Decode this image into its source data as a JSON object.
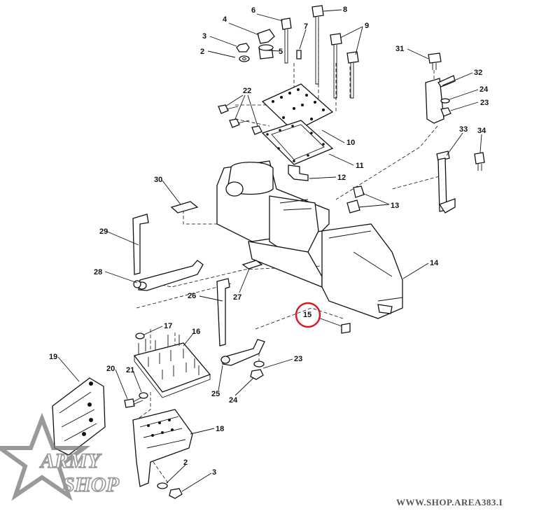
{
  "labels": [
    {
      "id": "l2a",
      "text": "2"
    },
    {
      "id": "l3a",
      "text": "3"
    },
    {
      "id": "l4",
      "text": "4"
    },
    {
      "id": "l5",
      "text": "5"
    },
    {
      "id": "l6",
      "text": "6"
    },
    {
      "id": "l7",
      "text": "7"
    },
    {
      "id": "l8",
      "text": "8"
    },
    {
      "id": "l9",
      "text": "9"
    },
    {
      "id": "l10",
      "text": "10"
    },
    {
      "id": "l11",
      "text": "11"
    },
    {
      "id": "l12",
      "text": "12"
    },
    {
      "id": "l13",
      "text": "13"
    },
    {
      "id": "l14",
      "text": "14"
    },
    {
      "id": "l15",
      "text": "15"
    },
    {
      "id": "l16",
      "text": "16"
    },
    {
      "id": "l17",
      "text": "17"
    },
    {
      "id": "l18",
      "text": "18"
    },
    {
      "id": "l19",
      "text": "19"
    },
    {
      "id": "l20",
      "text": "20"
    },
    {
      "id": "l21",
      "text": "21"
    },
    {
      "id": "l22",
      "text": "22"
    },
    {
      "id": "l23a",
      "text": "23"
    },
    {
      "id": "l23b",
      "text": "23"
    },
    {
      "id": "l24a",
      "text": "24"
    },
    {
      "id": "l24b",
      "text": "24"
    },
    {
      "id": "l25",
      "text": "25"
    },
    {
      "id": "l26",
      "text": "26"
    },
    {
      "id": "l27",
      "text": "27"
    },
    {
      "id": "l28",
      "text": "28"
    },
    {
      "id": "l29",
      "text": "29"
    },
    {
      "id": "l30",
      "text": "30"
    },
    {
      "id": "l31",
      "text": "31"
    },
    {
      "id": "l32",
      "text": "32"
    },
    {
      "id": "l33",
      "text": "33"
    },
    {
      "id": "l34",
      "text": "34"
    },
    {
      "id": "l2b",
      "text": "2"
    },
    {
      "id": "l3b",
      "text": "3"
    }
  ],
  "highlight": {
    "label": "15",
    "color": "#e0141e"
  },
  "watermark": {
    "line1": "ARMY",
    "line2": "SHOP",
    "url": "WWW.SHOP.AREA383.I"
  },
  "colors": {
    "ink": "#111111",
    "highlight": "#e0141e",
    "watermark": "#777777"
  }
}
